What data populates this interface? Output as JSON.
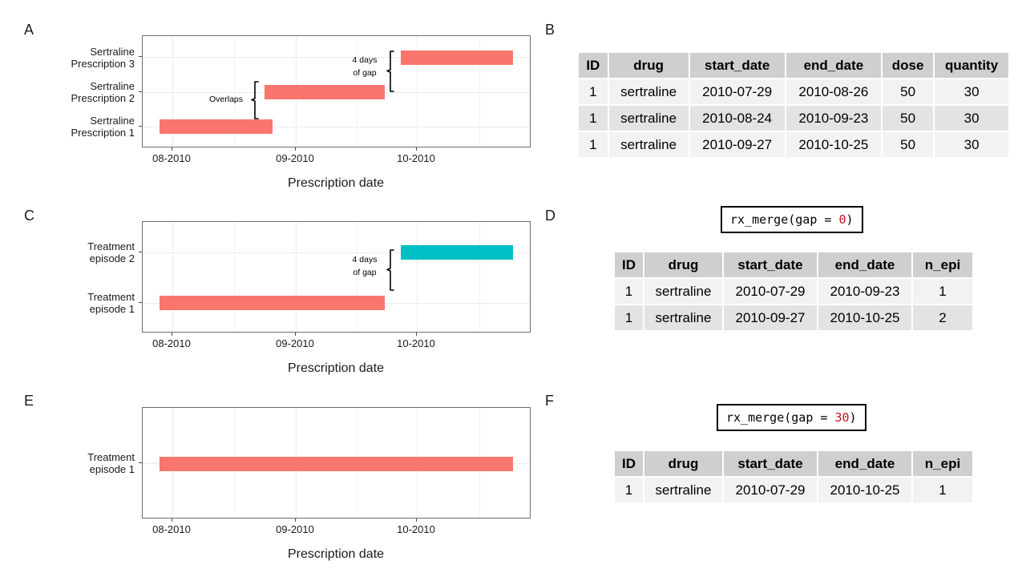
{
  "figure": {
    "panels": [
      "A",
      "B",
      "C",
      "D",
      "E",
      "F"
    ]
  },
  "panelA": {
    "letter": "A",
    "axis_title": "Prescription date",
    "x_tick_labels": [
      "08-2010",
      "09-2010",
      "10-2010"
    ],
    "y_categories": [
      "Sertraline\nPrescription 1",
      "Sertraline\nPrescription 2",
      "Sertraline\nPrescription 3"
    ],
    "y_labels": [
      {
        "line1": "Sertraline",
        "line2": "Prescription 3"
      },
      {
        "line1": "Sertraline",
        "line2": "Prescription 2"
      },
      {
        "line1": "Sertraline",
        "line2": "Prescription 1"
      }
    ],
    "annotations": [
      {
        "name": "gap-annotation",
        "line1": "4 days",
        "line2": "of gap"
      },
      {
        "name": "overlap-annotation",
        "line1": "Overlaps",
        "line2": ""
      }
    ]
  },
  "panelB": {
    "letter": "B",
    "table": {
      "columns": [
        "ID",
        "drug",
        "start_date",
        "end_date",
        "dose",
        "quantity"
      ],
      "rows": [
        [
          "1",
          "sertraline",
          "2010-07-29",
          "2010-08-26",
          "50",
          "30"
        ],
        [
          "1",
          "sertraline",
          "2010-08-24",
          "2010-09-23",
          "50",
          "30"
        ],
        [
          "1",
          "sertraline",
          "2010-09-27",
          "2010-10-25",
          "50",
          "30"
        ]
      ]
    }
  },
  "panelC": {
    "letter": "C",
    "axis_title": "Prescription date",
    "x_tick_labels": [
      "08-2010",
      "09-2010",
      "10-2010"
    ],
    "y_labels": [
      {
        "line1": "Treatment",
        "line2": "episode 2"
      },
      {
        "line1": "Treatment",
        "line2": "episode 1"
      }
    ],
    "annotations": [
      {
        "name": "gap-annotation",
        "line1": "4 days",
        "line2": "of gap"
      }
    ]
  },
  "panelD": {
    "letter": "D",
    "code": {
      "prefix": "rx_merge(gap = ",
      "value": "0",
      "suffix": ")"
    },
    "table": {
      "columns": [
        "ID",
        "drug",
        "start_date",
        "end_date",
        "n_epi"
      ],
      "rows": [
        [
          "1",
          "sertraline",
          "2010-07-29",
          "2010-09-23",
          "1"
        ],
        [
          "1",
          "sertraline",
          "2010-09-27",
          "2010-10-25",
          "2"
        ]
      ]
    }
  },
  "panelE": {
    "letter": "E",
    "axis_title": "Prescription date",
    "x_tick_labels": [
      "08-2010",
      "09-2010",
      "10-2010"
    ],
    "y_labels": [
      {
        "line1": "Treatment",
        "line2": "episode 1"
      }
    ]
  },
  "panelF": {
    "letter": "F",
    "code": {
      "prefix": "rx_merge(gap = ",
      "value": "30",
      "suffix": ")"
    },
    "table": {
      "columns": [
        "ID",
        "drug",
        "start_date",
        "end_date",
        "n_epi"
      ],
      "rows": [
        [
          "1",
          "sertraline",
          "2010-07-29",
          "2010-10-25",
          "1"
        ]
      ]
    }
  },
  "colors": {
    "bar_red": "#f8766d",
    "bar_teal": "#00bfc4",
    "panel_border": "#6e6e6e",
    "gridline": "#ebebeb",
    "table_header_bg": "#cfcfcf",
    "table_row_odd_bg": "#f7f7f7",
    "table_row_even_bg": "#e3e3e3",
    "code_number": "#c1121f"
  },
  "chart_data": [
    {
      "type": "bar",
      "name": "panelA-gantt",
      "orientation": "horizontal",
      "title": "",
      "xlabel": "Prescription date",
      "ylabel": "",
      "xlim": [
        "2010-07-22",
        "2010-11-01"
      ],
      "x_ticks": [
        "2010-08-01",
        "2010-09-01",
        "2010-10-01"
      ],
      "x_tick_labels": [
        "08-2010",
        "09-2010",
        "10-2010"
      ],
      "grid": true,
      "legend": "none",
      "categories": [
        "Sertraline Prescription 1",
        "Sertraline Prescription 2",
        "Sertraline Prescription 3"
      ],
      "bars": [
        {
          "category": "Sertraline Prescription 1",
          "start": "2010-07-29",
          "end": "2010-08-26",
          "color": "#f8766d"
        },
        {
          "category": "Sertraline Prescription 2",
          "start": "2010-08-24",
          "end": "2010-09-23",
          "color": "#f8766d"
        },
        {
          "category": "Sertraline Prescription 3",
          "start": "2010-09-27",
          "end": "2010-10-25",
          "color": "#f8766d"
        }
      ],
      "annotations": [
        "Overlaps",
        "4 days of gap"
      ]
    },
    {
      "type": "bar",
      "name": "panelC-gantt",
      "orientation": "horizontal",
      "title": "",
      "xlabel": "Prescription date",
      "ylabel": "",
      "xlim": [
        "2010-07-22",
        "2010-11-01"
      ],
      "x_ticks": [
        "2010-08-01",
        "2010-09-01",
        "2010-10-01"
      ],
      "x_tick_labels": [
        "08-2010",
        "09-2010",
        "10-2010"
      ],
      "grid": true,
      "legend": "none",
      "categories": [
        "Treatment episode 1",
        "Treatment episode 2"
      ],
      "bars": [
        {
          "category": "Treatment episode 1",
          "start": "2010-07-29",
          "end": "2010-09-23",
          "color": "#f8766d"
        },
        {
          "category": "Treatment episode 2",
          "start": "2010-09-27",
          "end": "2010-10-25",
          "color": "#00bfc4"
        }
      ],
      "annotations": [
        "4 days of gap"
      ]
    },
    {
      "type": "bar",
      "name": "panelE-gantt",
      "orientation": "horizontal",
      "title": "",
      "xlabel": "Prescription date",
      "ylabel": "",
      "xlim": [
        "2010-07-22",
        "2010-11-01"
      ],
      "x_ticks": [
        "2010-08-01",
        "2010-09-01",
        "2010-10-01"
      ],
      "x_tick_labels": [
        "08-2010",
        "09-2010",
        "10-2010"
      ],
      "grid": true,
      "legend": "none",
      "categories": [
        "Treatment episode 1"
      ],
      "bars": [
        {
          "category": "Treatment episode 1",
          "start": "2010-07-29",
          "end": "2010-10-25",
          "color": "#f8766d"
        }
      ],
      "annotations": []
    }
  ]
}
